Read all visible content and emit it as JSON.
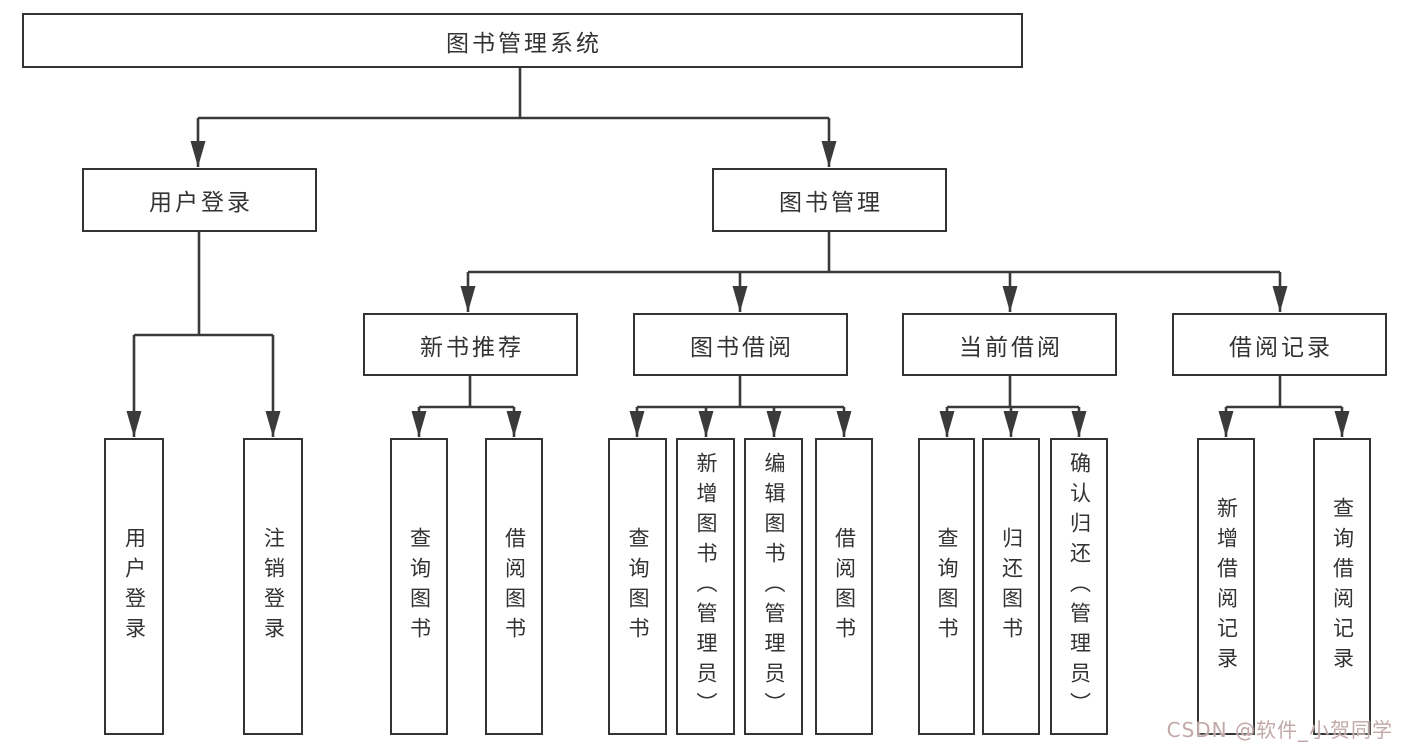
{
  "diagram": {
    "title": "图书管理系统",
    "colors": {
      "line": "#3a3a3a",
      "border": "#333333",
      "text": "#333333",
      "watermark": "#c2a8a8",
      "background": "#ffffff"
    },
    "watermark": "CSDN @软件_小贺同学",
    "nodes": {
      "root": {
        "label": "图书管理系统"
      },
      "user_login": {
        "label": "用户登录"
      },
      "book_mgmt": {
        "label": "图书管理"
      },
      "leaf_user_login": {
        "label": "用户登录"
      },
      "leaf_logout": {
        "label": "注销登录"
      },
      "new_books": {
        "label": "新书推荐"
      },
      "book_borrow": {
        "label": "图书借阅"
      },
      "current_borrow": {
        "label": "当前借阅"
      },
      "borrow_records": {
        "label": "借阅记录"
      },
      "nb_query_books": {
        "label": "查询图书"
      },
      "nb_borrow_books": {
        "label": "借阅图书"
      },
      "bb_query_books": {
        "label": "查询图书"
      },
      "bb_add_books": {
        "label": "新增图书（管理员）"
      },
      "bb_edit_books": {
        "label": "编辑图书（管理员）"
      },
      "bb_borrow_books": {
        "label": "借阅图书"
      },
      "cb_query_books": {
        "label": "查询图书"
      },
      "cb_return_books": {
        "label": "归还图书"
      },
      "cb_confirm_return": {
        "label": "确认归还（管理员）"
      },
      "br_add_record": {
        "label": "新增借阅记录"
      },
      "br_query_record": {
        "label": "查询借阅记录"
      }
    },
    "hierarchy": {
      "图书管理系统": {
        "用户登录": [
          "用户登录",
          "注销登录"
        ],
        "图书管理": {
          "新书推荐": [
            "查询图书",
            "借阅图书"
          ],
          "图书借阅": [
            "查询图书",
            "新增图书（管理员）",
            "编辑图书（管理员）",
            "借阅图书"
          ],
          "当前借阅": [
            "查询图书",
            "归还图书",
            "确认归还（管理员）"
          ],
          "借阅记录": [
            "新增借阅记录",
            "查询借阅记录"
          ]
        }
      }
    }
  }
}
